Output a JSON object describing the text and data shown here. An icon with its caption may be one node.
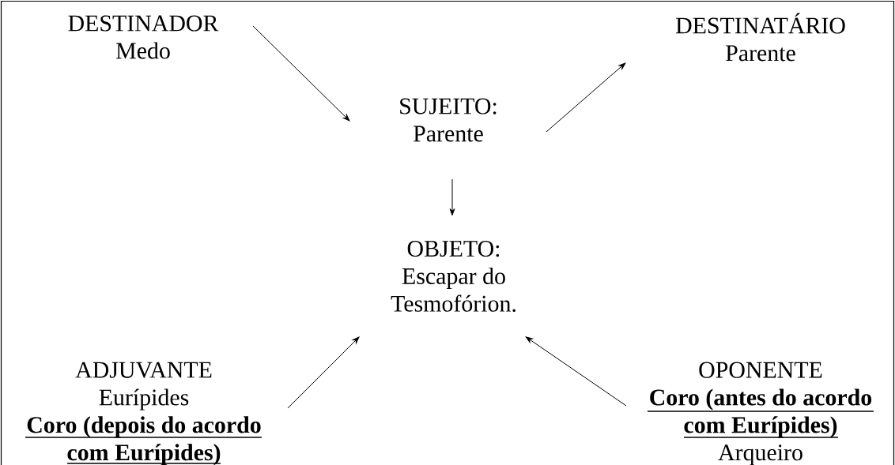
{
  "diagram": {
    "nodes": [
      {
        "text": [
          "DESTINADOR",
          "Medo"
        ]
      },
      {
        "text": [
          "SUJEITO:",
          "Parente"
        ]
      },
      {
        "text": [
          "DESTINATÁRIO",
          "Parente"
        ]
      },
      {
        "text": [
          "OBJETO:",
          "Escapar do Tesmofórion."
        ]
      },
      {
        "text": [
          "ADJUVANTE",
          "Eurípides",
          "Coro (depois do acordo com Eurípides)"
        ]
      },
      {
        "text": [
          "OPONENTE",
          "Coro (antes do acordo com Eurípides)",
          "Arqueiro"
        ]
      }
    ],
    "edges": [
      {
        "from": 0,
        "to": 1,
        "arrow": "to"
      },
      {
        "from": 1,
        "to": 2,
        "arrow": "to"
      },
      {
        "from": 1,
        "to": 3,
        "arrow": "to"
      },
      {
        "from": 4,
        "to": 3,
        "arrow": "to"
      },
      {
        "from": 5,
        "to": 3,
        "arrow": "to"
      }
    ]
  }
}
